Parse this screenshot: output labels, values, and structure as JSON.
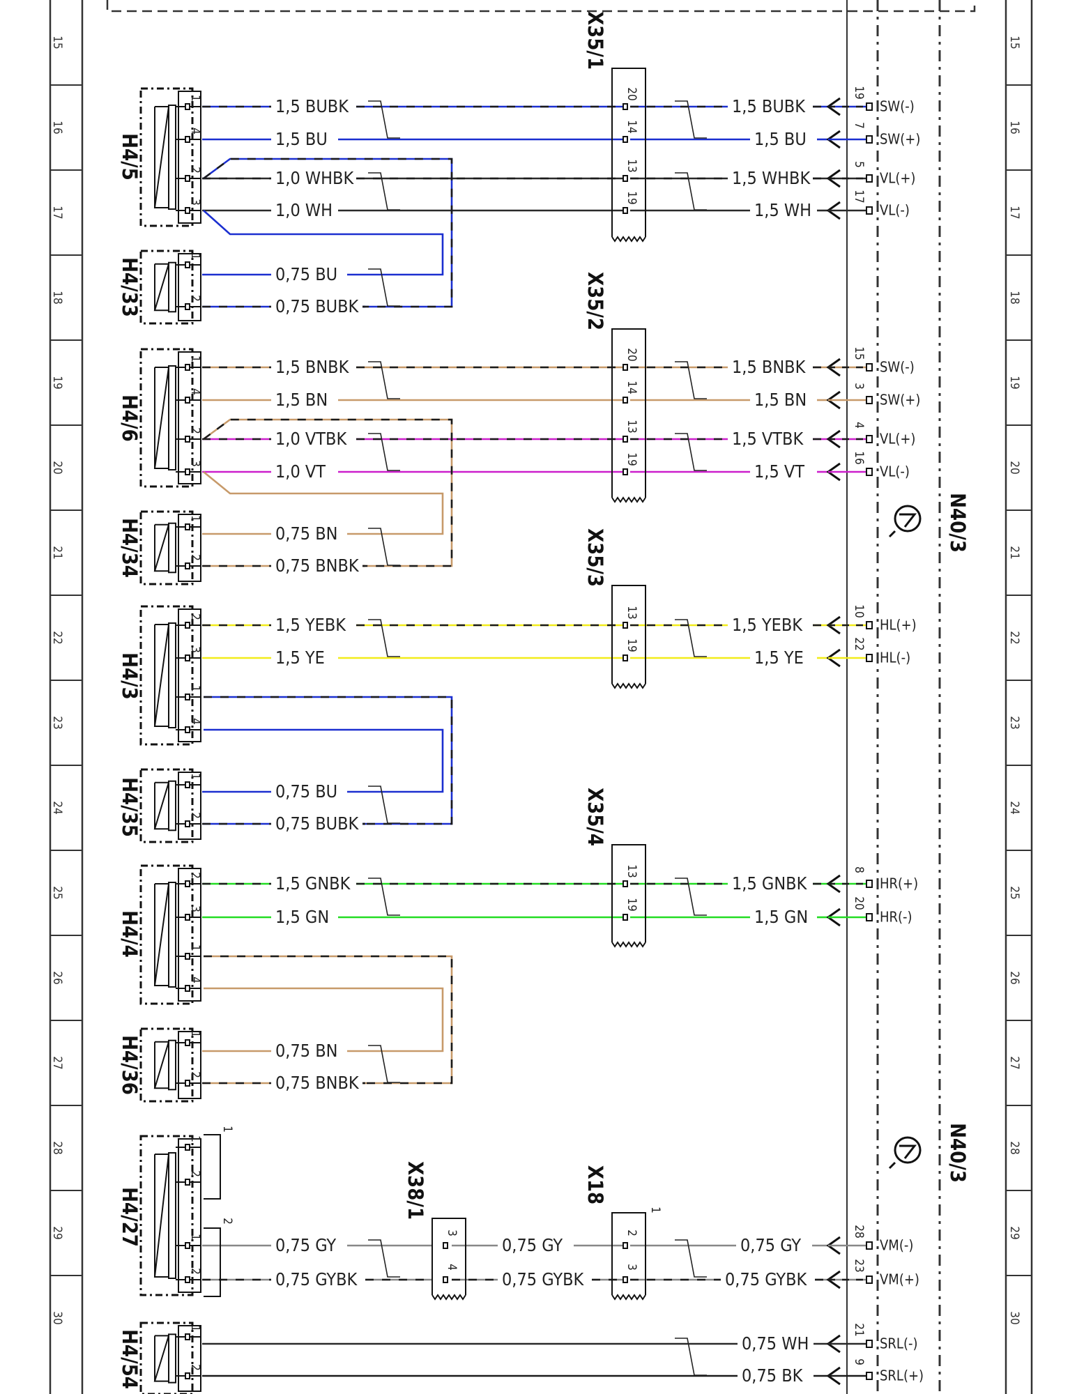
{
  "colors": {
    "BU": "#1b2fd0",
    "BN": "#c79a6a",
    "VT": "#cc1fcc",
    "YE": "#f2ec1a",
    "GN": "#22dd22",
    "WH": "#2a2a2a",
    "BK": "#1a1a1a",
    "GY": "#888888",
    "frame": "#333333"
  },
  "border_rows": [
    "15",
    "16",
    "17",
    "18",
    "19",
    "20",
    "21",
    "22",
    "23",
    "24",
    "25",
    "26",
    "27",
    "28",
    "29",
    "30"
  ],
  "component_labels": {
    "h4_5": "H4/5",
    "h4_33": "H4/33",
    "h4_6": "H4/6",
    "h4_34": "H4/34",
    "h4_3": "H4/3",
    "h4_35": "H4/35",
    "h4_4": "H4/4",
    "h4_36": "H4/36",
    "h4_27": "H4/27",
    "h4_54": "H4/54",
    "x35_1": "X35/1",
    "x35_2": "X35/2",
    "x35_3": "X35/3",
    "x35_4": "X35/4",
    "x38_1": "X38/1",
    "x18": "X18",
    "n40_3_a": "N40/3",
    "n40_3_b": "N40/3"
  },
  "pin_numbers": {
    "h4_5": [
      "1",
      "4",
      "2",
      "3"
    ],
    "h4_33": [
      "1",
      "2"
    ],
    "h4_6": [
      "1",
      "4",
      "2",
      "3"
    ],
    "h4_34": [
      "1",
      "2"
    ],
    "h4_3": [
      "2",
      "3",
      "1",
      "4"
    ],
    "h4_35": [
      "1",
      "2"
    ],
    "h4_4": [
      "2",
      "3",
      "1",
      "4"
    ],
    "h4_36": [
      "1",
      "2"
    ],
    "h4_27": [
      "1",
      "2",
      "1",
      "2"
    ],
    "h4_27_terminals": [
      "1",
      "2"
    ],
    "h4_54": [
      "1",
      "2"
    ],
    "x35_1": [
      "20",
      "14",
      "13",
      "19"
    ],
    "x35_2": [
      "20",
      "14",
      "13",
      "19"
    ],
    "x35_3": [
      "13",
      "19"
    ],
    "x35_4": [
      "13",
      "19"
    ],
    "x38_1": [
      "3",
      "4"
    ],
    "x18": [
      "2",
      "3"
    ],
    "x18_tag": "1"
  },
  "wires": {
    "r1_left": "1,5 BUBK",
    "r1_right": "1,5 BUBK",
    "r2_left": "1,5 BU",
    "r2_right": "1,5 BU",
    "r3_left": "1,0 WHBK",
    "r3_right": "1,5 WHBK",
    "r4_left": "1,0 WH",
    "r4_right": "1,5 WH",
    "r5": "0,75 BU",
    "r6": "0,75 BUBK",
    "r7_left": "1,5 BNBK",
    "r7_right": "1,5 BNBK",
    "r8_left": "1,5 BN",
    "r8_right": "1,5 BN",
    "r9_left": "1,0 VTBK",
    "r9_right": "1,5 VTBK",
    "r10_left": "1,0 VT",
    "r10_right": "1,5 VT",
    "r11": "0,75 BN",
    "r12": "0,75 BNBK",
    "r13_left": "1,5 YEBK",
    "r13_right": "1,5 YEBK",
    "r14_left": "1,5 YE",
    "r14_right": "1,5 YE",
    "r15": "0,75 BU",
    "r16": "0,75 BUBK",
    "r17_left": "1,5 GNBK",
    "r17_right": "1,5 GNBK",
    "r18_left": "1,5 GN",
    "r18_right": "1,5 GN",
    "r19": "0,75 BN",
    "r20": "0,75 BNBK",
    "r21_a": "0,75 GY",
    "r21_b": "0,75 GY",
    "r21_c": "0,75 GY",
    "r22_a": "0,75 GYBK",
    "r22_b": "0,75 GYBK",
    "r22_c": "0,75 GYBK",
    "r23": "0,75 WH",
    "r24": "0,75 BK"
  },
  "n40_pins": [
    "19",
    "7",
    "5",
    "17",
    "15",
    "3",
    "4",
    "16",
    "10",
    "22",
    "8",
    "20",
    "28",
    "23",
    "21",
    "9"
  ],
  "signals": [
    "SW(-)",
    "SW(+)",
    "VL(+)",
    "VL(-)",
    "SW(-)",
    "SW(+)",
    "VL(+)",
    "VL(-)",
    "HL(+)",
    "HL(-)",
    "HR(+)",
    "HR(-)",
    "VM(-)",
    "VM(+)",
    "SRL(-)",
    "SRL(+)"
  ]
}
